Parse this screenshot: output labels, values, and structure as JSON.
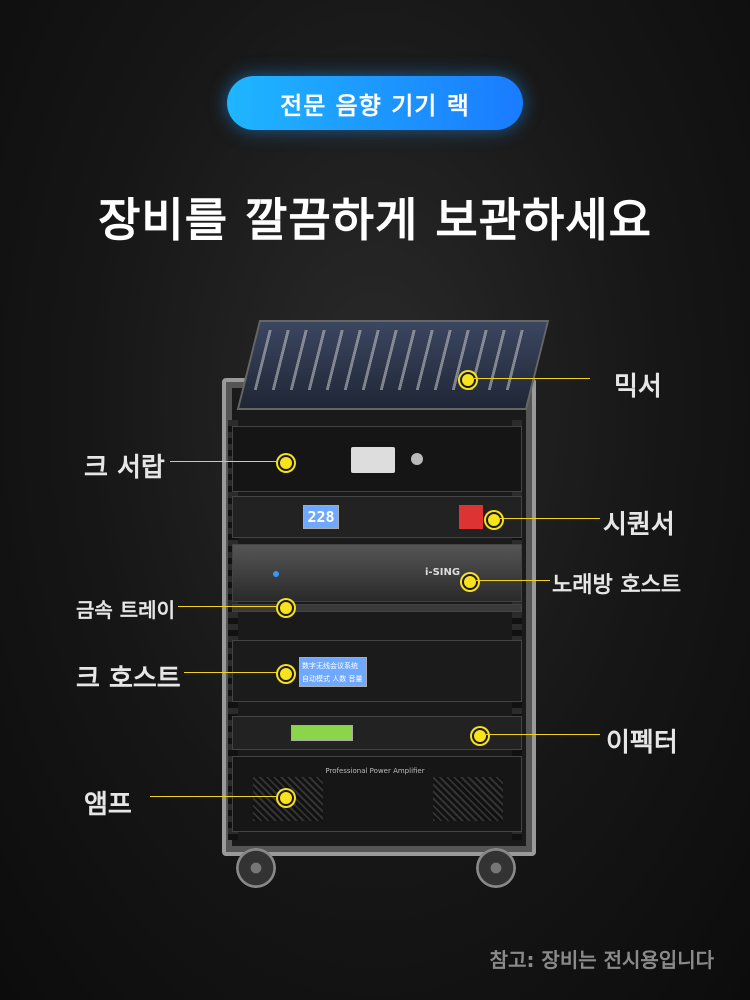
{
  "badge": {
    "text": "전문 음향 기기 랙"
  },
  "headline": {
    "text": "장비를 깔끔하게 보관하세요"
  },
  "labels": {
    "mixer": "믹서",
    "drawer": "크 서랍",
    "sequencer": "시퀀서",
    "karaoke_host": "노래방 호스트",
    "metal_tray": "금속 트레이",
    "host": "크 호스트",
    "effector": "이펙터",
    "amp": "앰프"
  },
  "device_text": {
    "power_display": "228",
    "karaoke_brand": "i-SING",
    "conference_lcd_line1": "数字无线会议系统",
    "conference_lcd_line2": "自动模式 人数 音量",
    "amp_title": "Professional Power Amplifier"
  },
  "footer": {
    "note": "참고: 장비는 전시용입니다"
  },
  "colors": {
    "accent_yellow": "#f7e21b",
    "badge_blue": "#1a7bff",
    "text_gray": "#8a8a8a"
  }
}
